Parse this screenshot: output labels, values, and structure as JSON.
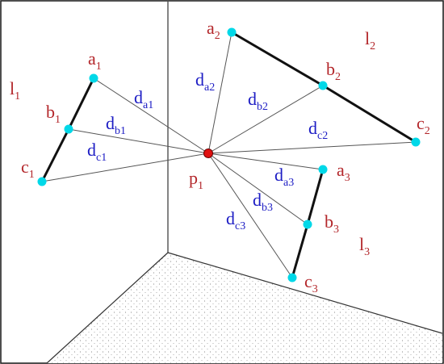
{
  "colors": {
    "red_label": "#b3262a",
    "blue_label": "#1c1cc4",
    "point_cyan": "#00d8e8",
    "center_red": "#e01010"
  },
  "labels": {
    "l1": {
      "main": "l",
      "sub": "1"
    },
    "l2": {
      "main": "l",
      "sub": "2"
    },
    "l3": {
      "main": "l",
      "sub": "3"
    },
    "a1": {
      "main": "a",
      "sub": "1"
    },
    "b1": {
      "main": "b",
      "sub": "1"
    },
    "c1": {
      "main": "c",
      "sub": "1"
    },
    "a2": {
      "main": "a",
      "sub": "2"
    },
    "b2": {
      "main": "b",
      "sub": "2"
    },
    "c2": {
      "main": "c",
      "sub": "2"
    },
    "a3": {
      "main": "a",
      "sub": "3"
    },
    "b3": {
      "main": "b",
      "sub": "3"
    },
    "c3": {
      "main": "c",
      "sub": "3"
    },
    "p1": {
      "main": "p",
      "sub": "1"
    },
    "da1": {
      "main": "d",
      "sub": "a1"
    },
    "db1": {
      "main": "d",
      "sub": "b1"
    },
    "dc1": {
      "main": "d",
      "sub": "c1"
    },
    "da2": {
      "main": "d",
      "sub": "a2"
    },
    "db2": {
      "main": "d",
      "sub": "b2"
    },
    "dc2": {
      "main": "d",
      "sub": "c2"
    },
    "da3": {
      "main": "d",
      "sub": "a3"
    },
    "db3": {
      "main": "d",
      "sub": "b3"
    },
    "dc3": {
      "main": "d",
      "sub": "c3"
    }
  }
}
